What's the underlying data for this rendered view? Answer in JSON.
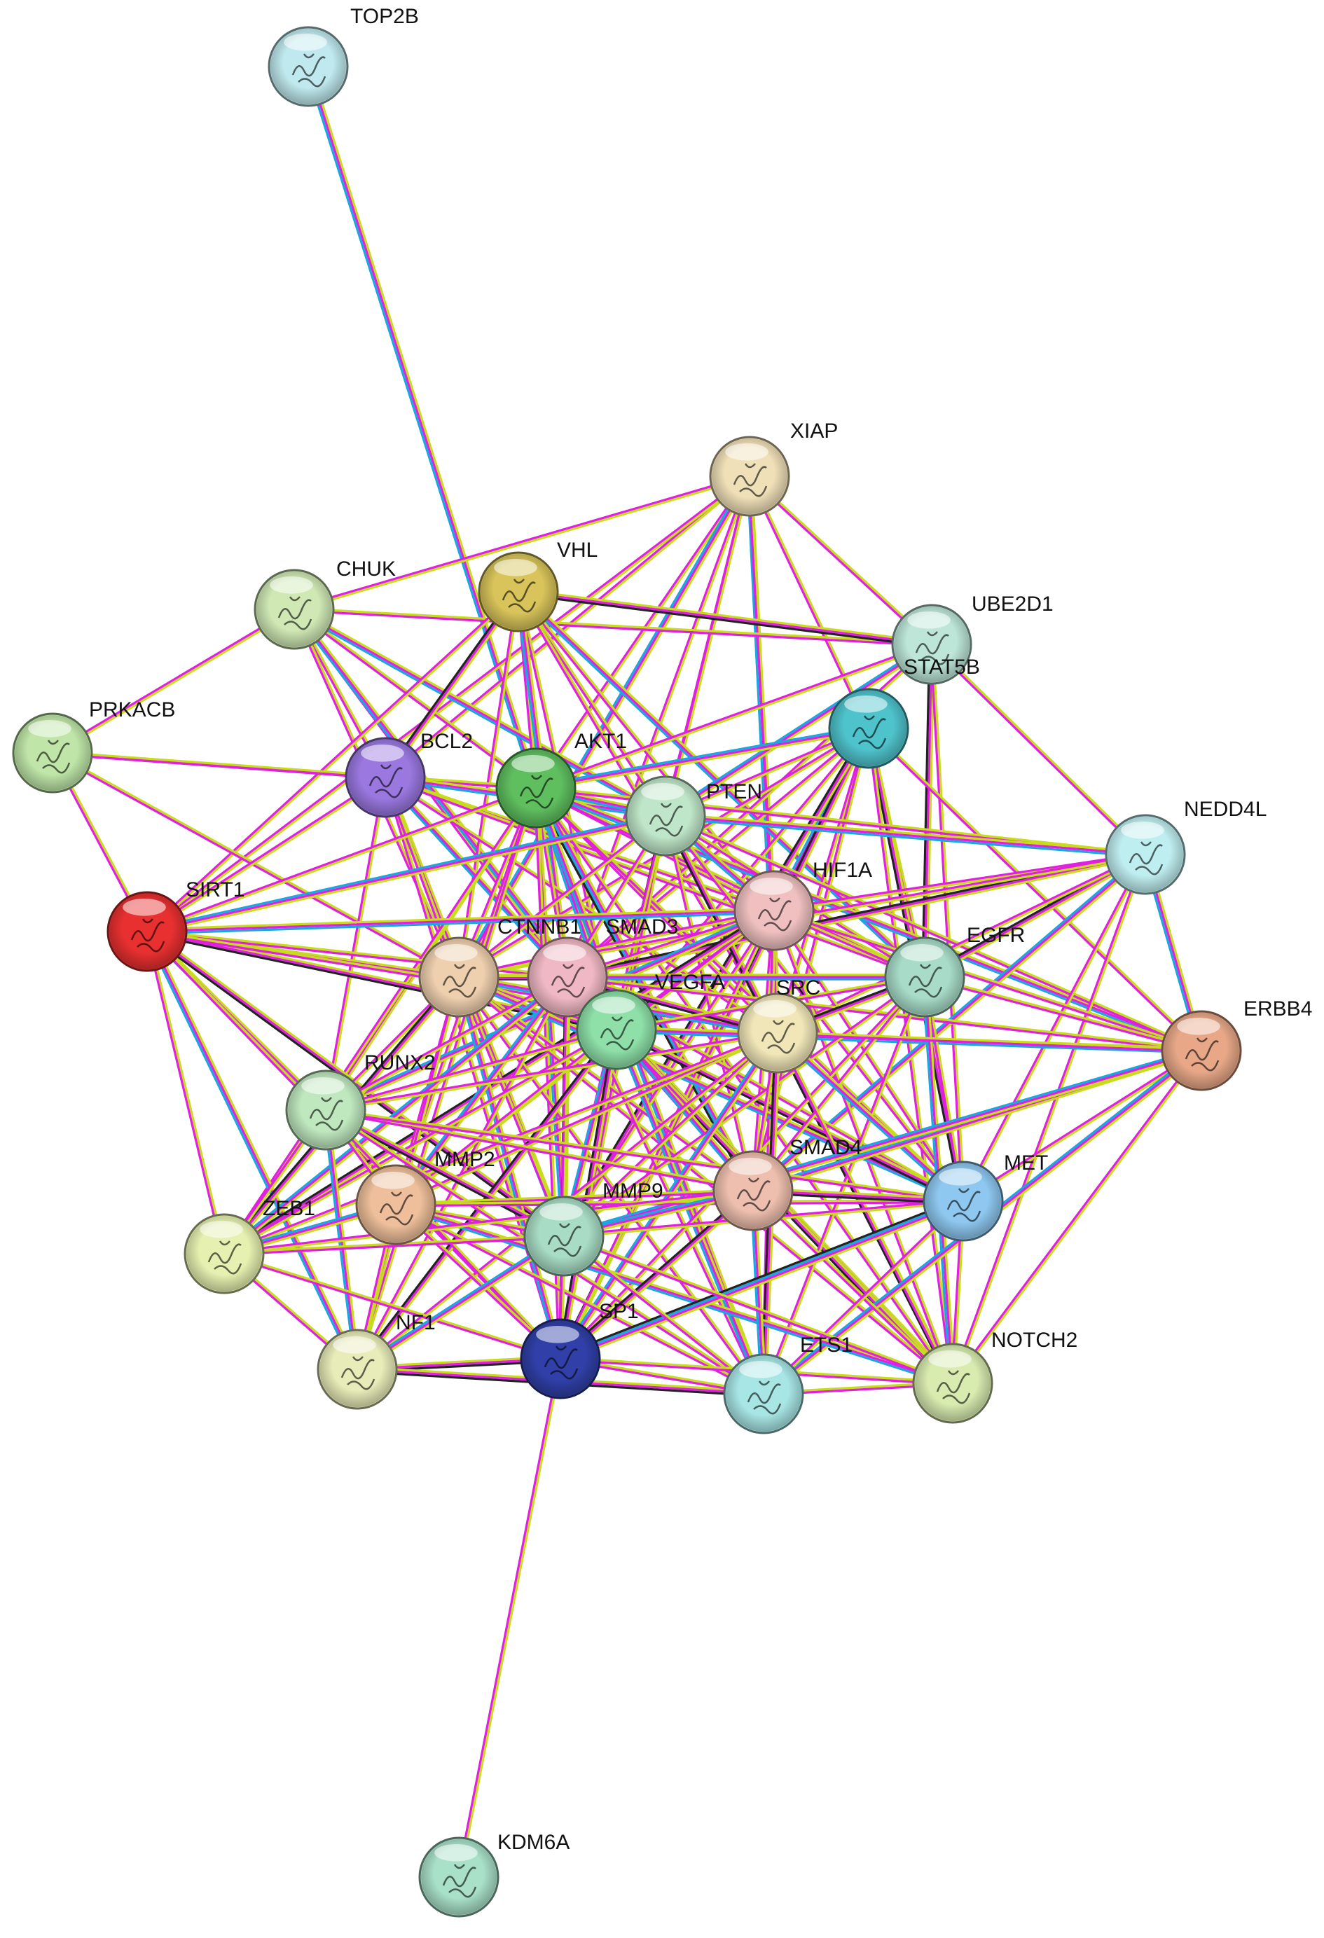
{
  "diagram": {
    "type": "protein-protein-interaction-network",
    "edge_colors": {
      "textmining": "#c8dc1e",
      "experimental": "#e01fe0",
      "database": "#1aa7e0",
      "coexpression": "#222222"
    },
    "nodes": [
      {
        "id": "TOP2B",
        "label": "TOP2B",
        "color": "#bfe9ee"
      },
      {
        "id": "XIAP",
        "label": "XIAP",
        "color": "#f0e0b8"
      },
      {
        "id": "CHUK",
        "label": "CHUK",
        "color": "#cfe8b4"
      },
      {
        "id": "VHL",
        "label": "VHL",
        "color": "#d8c45a"
      },
      {
        "id": "UBE2D1",
        "label": "UBE2D1",
        "color": "#bde6d8"
      },
      {
        "id": "STAT5B",
        "label": "STAT5B",
        "color": "#4fc3cc"
      },
      {
        "id": "PRKACB",
        "label": "PRKACB",
        "color": "#bfe6a8"
      },
      {
        "id": "BCL2",
        "label": "BCL2",
        "color": "#9a78e0"
      },
      {
        "id": "AKT1",
        "label": "AKT1",
        "color": "#5fbf5f"
      },
      {
        "id": "PTEN",
        "label": "PTEN",
        "color": "#bfe6c8"
      },
      {
        "id": "NEDD4L",
        "label": "NEDD4L",
        "color": "#bfeef0"
      },
      {
        "id": "SIRT1",
        "label": "SIRT1",
        "color": "#e83030"
      },
      {
        "id": "HIF1A",
        "label": "HIF1A",
        "color": "#f0c0c0"
      },
      {
        "id": "CTNNB1",
        "label": "CTNNB1",
        "color": "#eecfae"
      },
      {
        "id": "SMAD3",
        "label": "SMAD3",
        "color": "#f0b8c4"
      },
      {
        "id": "VEGFA",
        "label": "VEGFA",
        "color": "#8ee0a8"
      },
      {
        "id": "EGFR",
        "label": "EGFR",
        "color": "#a8dcc8"
      },
      {
        "id": "SRC",
        "label": "SRC",
        "color": "#f0e6b8"
      },
      {
        "id": "ERBB4",
        "label": "ERBB4",
        "color": "#e8a888"
      },
      {
        "id": "RUNX2",
        "label": "RUNX2",
        "color": "#bfe8bf"
      },
      {
        "id": "MMP2",
        "label": "MMP2",
        "color": "#eebf9a"
      },
      {
        "id": "SMAD4",
        "label": "SMAD4",
        "color": "#eebfae"
      },
      {
        "id": "MET",
        "label": "MET",
        "color": "#8ec8f0"
      },
      {
        "id": "ZEB1",
        "label": "ZEB1",
        "color": "#e6f0b0"
      },
      {
        "id": "MMP9",
        "label": "MMP9",
        "color": "#a8dcc4"
      },
      {
        "id": "NF1",
        "label": "NF1",
        "color": "#e8ecb8"
      },
      {
        "id": "SP1",
        "label": "SP1",
        "color": "#3040a8"
      },
      {
        "id": "ETS1",
        "label": "ETS1",
        "color": "#a8e6e6"
      },
      {
        "id": "NOTCH2",
        "label": "NOTCH2",
        "color": "#d8ecb0"
      },
      {
        "id": "KDM6A",
        "label": "KDM6A",
        "color": "#a8e0c8"
      }
    ],
    "edges": [
      [
        "TOP2B",
        "AKT1"
      ],
      [
        "SP1",
        "KDM6A"
      ],
      [
        "XIAP",
        "CHUK"
      ],
      [
        "XIAP",
        "BCL2"
      ],
      [
        "XIAP",
        "AKT1"
      ],
      [
        "XIAP",
        "PTEN"
      ],
      [
        "XIAP",
        "UBE2D1"
      ],
      [
        "XIAP",
        "SRC"
      ],
      [
        "XIAP",
        "SMAD3"
      ],
      [
        "XIAP",
        "CTNNB1"
      ],
      [
        "XIAP",
        "SIRT1"
      ],
      [
        "XIAP",
        "STAT5B"
      ],
      [
        "XIAP",
        "HIF1A"
      ],
      [
        "XIAP",
        "MMP9"
      ],
      [
        "CHUK",
        "PRKACB"
      ],
      [
        "CHUK",
        "AKT1"
      ],
      [
        "CHUK",
        "BCL2"
      ],
      [
        "CHUK",
        "CTNNB1"
      ],
      [
        "CHUK",
        "SMAD3"
      ],
      [
        "CHUK",
        "PTEN"
      ],
      [
        "CHUK",
        "VEGFA"
      ],
      [
        "CHUK",
        "UBE2D1"
      ],
      [
        "VHL",
        "UBE2D1"
      ],
      [
        "VHL",
        "HIF1A"
      ],
      [
        "VHL",
        "AKT1"
      ],
      [
        "VHL",
        "PTEN"
      ],
      [
        "VHL",
        "VEGFA"
      ],
      [
        "VHL",
        "SMAD3"
      ],
      [
        "VHL",
        "BCL2"
      ],
      [
        "VHL",
        "CTNNB1"
      ],
      [
        "VHL",
        "SIRT1"
      ],
      [
        "VHL",
        "EGFR"
      ],
      [
        "VHL",
        "SRC"
      ],
      [
        "UBE2D1",
        "AKT1"
      ],
      [
        "UBE2D1",
        "NEDD4L"
      ],
      [
        "UBE2D1",
        "PTEN"
      ],
      [
        "UBE2D1",
        "SMAD3"
      ],
      [
        "UBE2D1",
        "EGFR"
      ],
      [
        "UBE2D1",
        "MET"
      ],
      [
        "STAT5B",
        "AKT1"
      ],
      [
        "STAT5B",
        "PTEN"
      ],
      [
        "STAT5B",
        "SRC"
      ],
      [
        "STAT5B",
        "EGFR"
      ],
      [
        "STAT5B",
        "SMAD3"
      ],
      [
        "STAT5B",
        "HIF1A"
      ],
      [
        "STAT5B",
        "MET"
      ],
      [
        "STAT5B",
        "ERBB4"
      ],
      [
        "STAT5B",
        "SMAD4"
      ],
      [
        "STAT5B",
        "VEGFA"
      ],
      [
        "STAT5B",
        "SP1"
      ],
      [
        "STAT5B",
        "NOTCH2"
      ],
      [
        "STAT5B",
        "MMP9"
      ],
      [
        "STAT5B",
        "CTNNB1"
      ],
      [
        "PRKACB",
        "SIRT1"
      ],
      [
        "PRKACB",
        "BCL2"
      ],
      [
        "PRKACB",
        "AKT1"
      ],
      [
        "PRKACB",
        "CTNNB1"
      ],
      [
        "BCL2",
        "AKT1"
      ],
      [
        "BCL2",
        "PTEN"
      ],
      [
        "BCL2",
        "SIRT1"
      ],
      [
        "BCL2",
        "SMAD3"
      ],
      [
        "BCL2",
        "VEGFA"
      ],
      [
        "BCL2",
        "HIF1A"
      ],
      [
        "BCL2",
        "SRC"
      ],
      [
        "BCL2",
        "MMP9"
      ],
      [
        "BCL2",
        "SP1"
      ],
      [
        "BCL2",
        "CTNNB1"
      ],
      [
        "BCL2",
        "RUNX2"
      ],
      [
        "BCL2",
        "EGFR"
      ],
      [
        "AKT1",
        "PTEN"
      ],
      [
        "AKT1",
        "HIF1A"
      ],
      [
        "AKT1",
        "CTNNB1"
      ],
      [
        "AKT1",
        "SMAD3"
      ],
      [
        "AKT1",
        "VEGFA"
      ],
      [
        "AKT1",
        "EGFR"
      ],
      [
        "AKT1",
        "SRC"
      ],
      [
        "AKT1",
        "MET"
      ],
      [
        "AKT1",
        "SIRT1"
      ],
      [
        "AKT1",
        "MMP9"
      ],
      [
        "AKT1",
        "MMP2"
      ],
      [
        "AKT1",
        "SP1"
      ],
      [
        "AKT1",
        "SMAD4"
      ],
      [
        "AKT1",
        "ETS1"
      ],
      [
        "AKT1",
        "NOTCH2"
      ],
      [
        "AKT1",
        "NF1"
      ],
      [
        "AKT1",
        "RUNX2"
      ],
      [
        "AKT1",
        "NEDD4L"
      ],
      [
        "AKT1",
        "ZEB1"
      ],
      [
        "AKT1",
        "ERBB4"
      ],
      [
        "PTEN",
        "HIF1A"
      ],
      [
        "PTEN",
        "SMAD3"
      ],
      [
        "PTEN",
        "VEGFA"
      ],
      [
        "PTEN",
        "EGFR"
      ],
      [
        "PTEN",
        "SRC"
      ],
      [
        "PTEN",
        "MET"
      ],
      [
        "PTEN",
        "NEDD4L"
      ],
      [
        "PTEN",
        "CTNNB1"
      ],
      [
        "PTEN",
        "SIRT1"
      ],
      [
        "PTEN",
        "SP1"
      ],
      [
        "PTEN",
        "MMP9"
      ],
      [
        "PTEN",
        "SMAD4"
      ],
      [
        "PTEN",
        "NOTCH2"
      ],
      [
        "PTEN",
        "ERBB4"
      ],
      [
        "NEDD4L",
        "SMAD3"
      ],
      [
        "NEDD4L",
        "EGFR"
      ],
      [
        "NEDD4L",
        "ERBB4"
      ],
      [
        "NEDD4L",
        "MET"
      ],
      [
        "NEDD4L",
        "SMAD4"
      ],
      [
        "NEDD4L",
        "SRC"
      ],
      [
        "NEDD4L",
        "HIF1A"
      ],
      [
        "NEDD4L",
        "NOTCH2"
      ],
      [
        "NEDD4L",
        "CTNNB1"
      ],
      [
        "SIRT1",
        "CTNNB1"
      ],
      [
        "SIRT1",
        "SMAD3"
      ],
      [
        "SIRT1",
        "HIF1A"
      ],
      [
        "SIRT1",
        "VEGFA"
      ],
      [
        "SIRT1",
        "RUNX2"
      ],
      [
        "SIRT1",
        "ZEB1"
      ],
      [
        "SIRT1",
        "NF1"
      ],
      [
        "SIRT1",
        "SP1"
      ],
      [
        "SIRT1",
        "MMP9"
      ],
      [
        "SIRT1",
        "SRC"
      ],
      [
        "HIF1A",
        "CTNNB1"
      ],
      [
        "HIF1A",
        "SMAD3"
      ],
      [
        "HIF1A",
        "VEGFA"
      ],
      [
        "HIF1A",
        "EGFR"
      ],
      [
        "HIF1A",
        "SRC"
      ],
      [
        "HIF1A",
        "MET"
      ],
      [
        "HIF1A",
        "SP1"
      ],
      [
        "HIF1A",
        "MMP9"
      ],
      [
        "HIF1A",
        "MMP2"
      ],
      [
        "HIF1A",
        "SMAD4"
      ],
      [
        "HIF1A",
        "ETS1"
      ],
      [
        "HIF1A",
        "NOTCH2"
      ],
      [
        "HIF1A",
        "ERBB4"
      ],
      [
        "HIF1A",
        "RUNX2"
      ],
      [
        "HIF1A",
        "ZEB1"
      ],
      [
        "CTNNB1",
        "SMAD3"
      ],
      [
        "CTNNB1",
        "VEGFA"
      ],
      [
        "CTNNB1",
        "SRC"
      ],
      [
        "CTNNB1",
        "EGFR"
      ],
      [
        "CTNNB1",
        "RUNX2"
      ],
      [
        "CTNNB1",
        "MMP2"
      ],
      [
        "CTNNB1",
        "MMP9"
      ],
      [
        "CTNNB1",
        "SP1"
      ],
      [
        "CTNNB1",
        "SMAD4"
      ],
      [
        "CTNNB1",
        "ZEB1"
      ],
      [
        "CTNNB1",
        "NF1"
      ],
      [
        "CTNNB1",
        "ETS1"
      ],
      [
        "CTNNB1",
        "MET"
      ],
      [
        "CTNNB1",
        "NOTCH2"
      ],
      [
        "SMAD3",
        "VEGFA"
      ],
      [
        "SMAD3",
        "SRC"
      ],
      [
        "SMAD3",
        "EGFR"
      ],
      [
        "SMAD3",
        "SMAD4"
      ],
      [
        "SMAD3",
        "RUNX2"
      ],
      [
        "SMAD3",
        "MMP2"
      ],
      [
        "SMAD3",
        "MMP9"
      ],
      [
        "SMAD3",
        "SP1"
      ],
      [
        "SMAD3",
        "ZEB1"
      ],
      [
        "SMAD3",
        "ETS1"
      ],
      [
        "SMAD3",
        "MET"
      ],
      [
        "SMAD3",
        "NOTCH2"
      ],
      [
        "SMAD3",
        "ERBB4"
      ],
      [
        "SMAD3",
        "NF1"
      ],
      [
        "VEGFA",
        "SRC"
      ],
      [
        "VEGFA",
        "EGFR"
      ],
      [
        "VEGFA",
        "MMP2"
      ],
      [
        "VEGFA",
        "MMP9"
      ],
      [
        "VEGFA",
        "SP1"
      ],
      [
        "VEGFA",
        "SMAD4"
      ],
      [
        "VEGFA",
        "RUNX2"
      ],
      [
        "VEGFA",
        "ETS1"
      ],
      [
        "VEGFA",
        "MET"
      ],
      [
        "VEGFA",
        "NOTCH2"
      ],
      [
        "VEGFA",
        "ZEB1"
      ],
      [
        "VEGFA",
        "ERBB4"
      ],
      [
        "VEGFA",
        "NF1"
      ],
      [
        "EGFR",
        "SRC"
      ],
      [
        "EGFR",
        "ERBB4"
      ],
      [
        "EGFR",
        "MET"
      ],
      [
        "EGFR",
        "SMAD4"
      ],
      [
        "EGFR",
        "SP1"
      ],
      [
        "EGFR",
        "MMP9"
      ],
      [
        "EGFR",
        "ETS1"
      ],
      [
        "EGFR",
        "NOTCH2"
      ],
      [
        "SRC",
        "MET"
      ],
      [
        "SRC",
        "ERBB4"
      ],
      [
        "SRC",
        "SMAD4"
      ],
      [
        "SRC",
        "MMP2"
      ],
      [
        "SRC",
        "MMP9"
      ],
      [
        "SRC",
        "SP1"
      ],
      [
        "SRC",
        "ETS1"
      ],
      [
        "SRC",
        "NOTCH2"
      ],
      [
        "SRC",
        "RUNX2"
      ],
      [
        "SRC",
        "NF1"
      ],
      [
        "SRC",
        "ZEB1"
      ],
      [
        "ERBB4",
        "MET"
      ],
      [
        "ERBB4",
        "NOTCH2"
      ],
      [
        "ERBB4",
        "SMAD4"
      ],
      [
        "ERBB4",
        "ETS1"
      ],
      [
        "ERBB4",
        "MMP9"
      ],
      [
        "RUNX2",
        "MMP2"
      ],
      [
        "RUNX2",
        "MMP9"
      ],
      [
        "RUNX2",
        "SMAD4"
      ],
      [
        "RUNX2",
        "ZEB1"
      ],
      [
        "RUNX2",
        "SP1"
      ],
      [
        "RUNX2",
        "NF1"
      ],
      [
        "RUNX2",
        "ETS1"
      ],
      [
        "RUNX2",
        "MET"
      ],
      [
        "MMP2",
        "MMP9"
      ],
      [
        "MMP2",
        "ZEB1"
      ],
      [
        "MMP2",
        "SP1"
      ],
      [
        "MMP2",
        "NF1"
      ],
      [
        "MMP2",
        "ETS1"
      ],
      [
        "MMP2",
        "SMAD4"
      ],
      [
        "MMP2",
        "MET"
      ],
      [
        "MMP2",
        "NOTCH2"
      ],
      [
        "SMAD4",
        "MET"
      ],
      [
        "SMAD4",
        "MMP9"
      ],
      [
        "SMAD4",
        "SP1"
      ],
      [
        "SMAD4",
        "ETS1"
      ],
      [
        "SMAD4",
        "NOTCH2"
      ],
      [
        "SMAD4",
        "ZEB1"
      ],
      [
        "MET",
        "NOTCH2"
      ],
      [
        "MET",
        "ETS1"
      ],
      [
        "MET",
        "MMP9"
      ],
      [
        "MET",
        "SP1"
      ],
      [
        "ZEB1",
        "MMP9"
      ],
      [
        "ZEB1",
        "NF1"
      ],
      [
        "ZEB1",
        "SP1"
      ],
      [
        "MMP9",
        "SP1"
      ],
      [
        "MMP9",
        "ETS1"
      ],
      [
        "MMP9",
        "NOTCH2"
      ],
      [
        "MMP9",
        "NF1"
      ],
      [
        "NF1",
        "SP1"
      ],
      [
        "NF1",
        "ETS1"
      ],
      [
        "SP1",
        "ETS1"
      ],
      [
        "SP1",
        "NOTCH2"
      ],
      [
        "ETS1",
        "NOTCH2"
      ]
    ]
  }
}
